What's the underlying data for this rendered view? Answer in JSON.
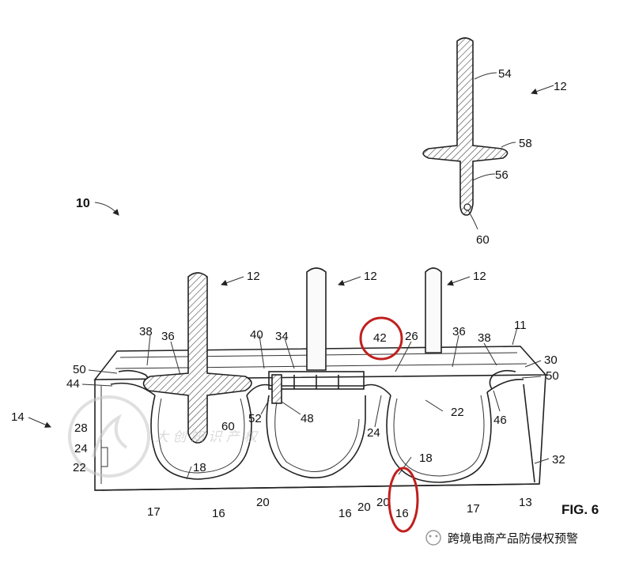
{
  "figure": {
    "title": "FIG. 6",
    "labels": {
      "l10": "10",
      "l11": "11",
      "l12a": "12",
      "l12b": "12",
      "l12c": "12",
      "l12d": "12",
      "l13": "13",
      "l14": "14",
      "l16a": "16",
      "l16b": "16",
      "l16c": "16",
      "l17a": "17",
      "l17b": "17",
      "l18a": "18",
      "l18b": "18",
      "l20a": "20",
      "l20b": "20",
      "l20c": "20",
      "l22a": "22",
      "l22b": "22",
      "l24a": "24",
      "l24b": "24",
      "l26": "26",
      "l28": "28",
      "l30": "30",
      "l32": "32",
      "l34": "34",
      "l36a": "36",
      "l36b": "36",
      "l38a": "38",
      "l38b": "38",
      "l40": "40",
      "l42": "42",
      "l44": "44",
      "l46": "46",
      "l48": "48",
      "l50a": "50",
      "l50b": "50",
      "l52": "52",
      "l54": "54",
      "l56": "56",
      "l58": "58",
      "l60a": "60",
      "l60b": "60"
    }
  },
  "caption": {
    "text": "跨境电商产品防侵权预警"
  },
  "colors": {
    "highlight": "#c0201e",
    "line": "#222222"
  }
}
